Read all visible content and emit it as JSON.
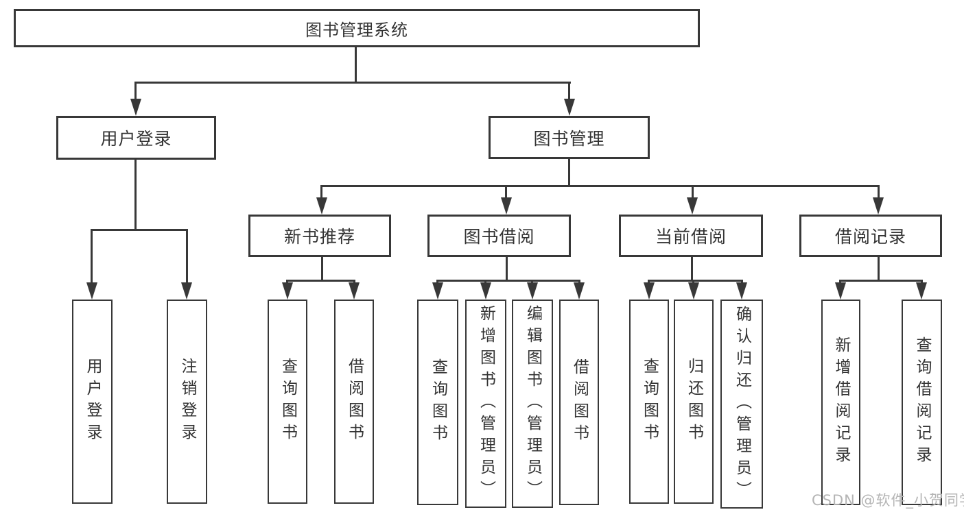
{
  "diagram": {
    "root": "图书管理系统",
    "level2": [
      "用户登录",
      "图书管理"
    ],
    "level3": [
      "新书推荐",
      "图书借阅",
      "当前借阅",
      "借阅记录"
    ],
    "leaves": {
      "user_login": [
        "用户登录",
        "注销登录"
      ],
      "new_book_recommend": [
        "查询图书",
        "借阅图书"
      ],
      "book_borrow": [
        "查询图书",
        "新增图书（管理员）",
        "编辑图书（管理员）",
        "借阅图书"
      ],
      "current_borrow": [
        "查询图书",
        "归还图书",
        "确认归还（管理员）"
      ],
      "borrow_record": [
        "新增借阅记录",
        "查询借阅记录"
      ]
    }
  },
  "watermark": "CSDN @软件_小贺同学",
  "colors": {
    "line": "#383838",
    "text": "#333333",
    "watermark": "#b5b5b5",
    "background": "#ffffff"
  }
}
